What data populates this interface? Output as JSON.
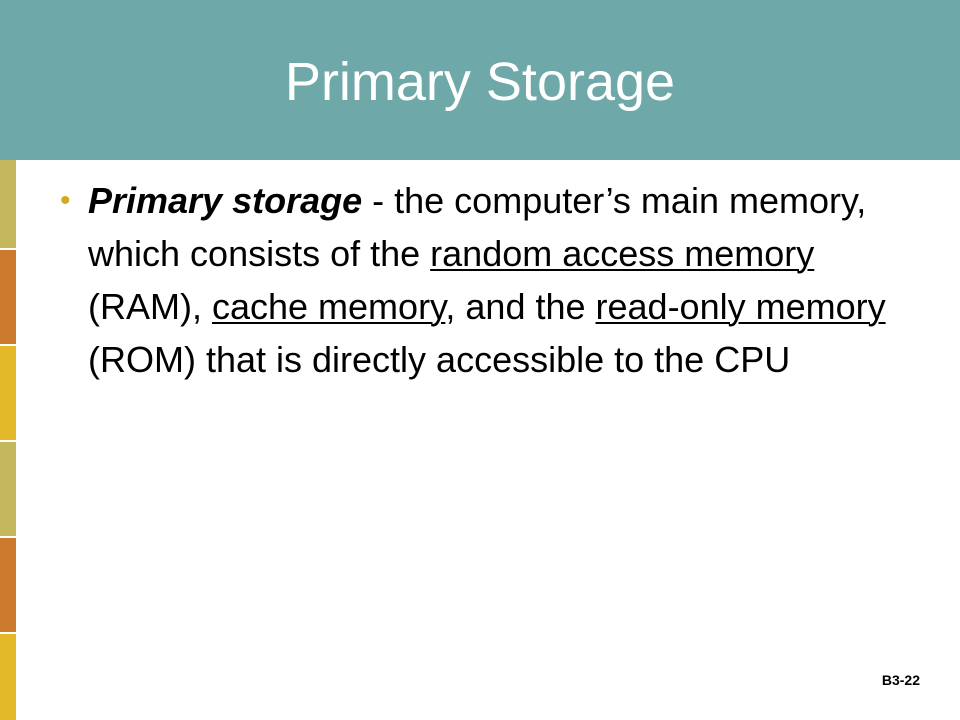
{
  "colors": {
    "header_bg": "#6fa8a8",
    "bullet_marker": "#d4a820",
    "side_bar": [
      "#c5b85c",
      "#cc7a2e",
      "#e3b829",
      "#c5b85c",
      "#cc7a2e",
      "#e3b829"
    ]
  },
  "slide": {
    "title": "Primary Storage",
    "bullet": {
      "marker": "•",
      "term": "Primary storage",
      "parts": [
        " - the computer’s main memory, which consists of the ",
        "random access memory",
        " (RAM), ",
        "cache memory",
        ", and the ",
        "read-only memory",
        " (ROM) that is directly accessible to the CPU"
      ]
    },
    "slide_number": "B3-22"
  }
}
